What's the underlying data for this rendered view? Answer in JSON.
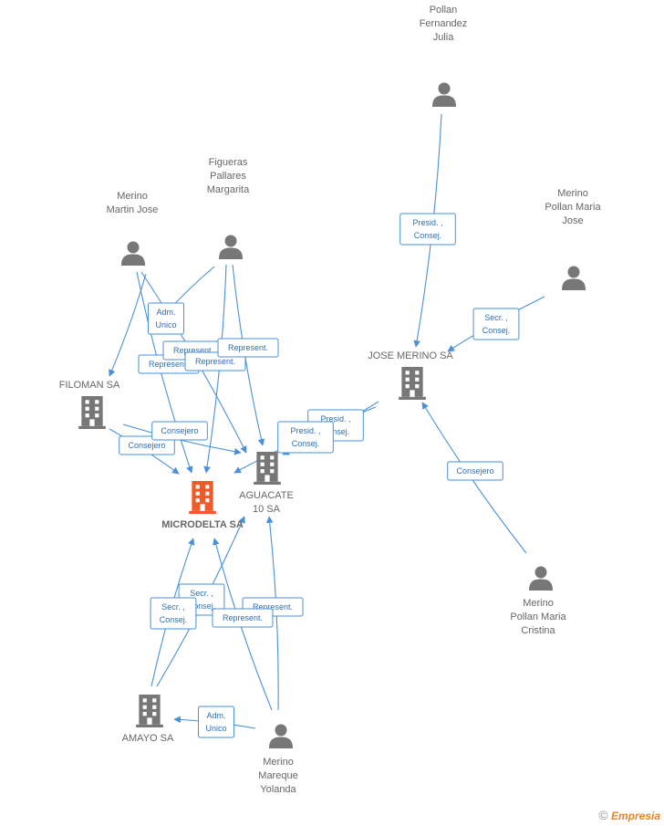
{
  "colors": {
    "edge": "#4a90d9",
    "person": "#777777",
    "company": "#777777",
    "main_company": "#f05a28"
  },
  "nodes": [
    {
      "id": "microdelta",
      "kind": "company",
      "main": true,
      "label": [
        "MICRODELTA SA"
      ]
    },
    {
      "id": "aguacate",
      "kind": "company",
      "label": [
        "AGUACATE",
        "10 SA"
      ]
    },
    {
      "id": "filoman",
      "kind": "company",
      "label": [
        "FILOMAN SA"
      ]
    },
    {
      "id": "jose_merino",
      "kind": "company",
      "label": [
        "JOSE MERINO SA"
      ]
    },
    {
      "id": "amayo",
      "kind": "company",
      "label": [
        "AMAYO SA"
      ]
    },
    {
      "id": "merino_martin",
      "kind": "person",
      "label": [
        "Merino",
        "Martin Jose"
      ]
    },
    {
      "id": "figueras",
      "kind": "person",
      "label": [
        "Figueras",
        "Pallares",
        "Margarita"
      ]
    },
    {
      "id": "pollan_fernandez",
      "kind": "person",
      "label": [
        "Pollan",
        "Fernandez",
        "Julia"
      ]
    },
    {
      "id": "merino_pollan_jose",
      "kind": "person",
      "label": [
        "Merino",
        "Pollan Maria",
        "Jose"
      ]
    },
    {
      "id": "merino_pollan_cristina",
      "kind": "person",
      "label": [
        "Merino",
        "Pollan Maria",
        "Cristina"
      ]
    },
    {
      "id": "merino_mareque",
      "kind": "person",
      "label": [
        "Merino",
        "Mareque",
        "Yolanda"
      ]
    }
  ],
  "edges": [
    {
      "from": "merino_martin",
      "to": "filoman",
      "label": [
        "Adm.",
        "Unico"
      ]
    },
    {
      "from": "merino_martin",
      "to": "microdelta",
      "label": [
        "Represent."
      ]
    },
    {
      "from": "merino_martin",
      "to": "aguacate",
      "label": [
        "Represent."
      ]
    },
    {
      "from": "figueras",
      "to": "filoman",
      "label": []
    },
    {
      "from": "figueras",
      "to": "microdelta",
      "label": [
        "Represent."
      ]
    },
    {
      "from": "figueras",
      "to": "aguacate",
      "label": [
        "Represent."
      ]
    },
    {
      "from": "filoman",
      "to": "microdelta",
      "label": [
        "Consejero"
      ]
    },
    {
      "from": "filoman",
      "to": "aguacate",
      "label": [
        "Consejero"
      ]
    },
    {
      "from": "pollan_fernandez",
      "to": "jose_merino",
      "label": [
        "Presid. ,",
        "Consej."
      ]
    },
    {
      "from": "merino_pollan_jose",
      "to": "jose_merino",
      "label": [
        "Secr. ,",
        "Consej."
      ]
    },
    {
      "from": "jose_merino",
      "to": "aguacate",
      "label": [
        "Presid. ,",
        "Consej."
      ]
    },
    {
      "from": "jose_merino",
      "to": "microdelta",
      "label": [
        "Presid. ,",
        "Consej."
      ]
    },
    {
      "from": "merino_pollan_cristina",
      "to": "jose_merino",
      "label": [
        "Consejero"
      ]
    },
    {
      "from": "amayo",
      "to": "aguacate",
      "label": [
        "Secr. ,",
        "Consej."
      ]
    },
    {
      "from": "amayo",
      "to": "microdelta",
      "label": [
        "Secr. ,",
        "Consej."
      ]
    },
    {
      "from": "merino_mareque",
      "to": "aguacate",
      "label": [
        "Represent."
      ]
    },
    {
      "from": "merino_mareque",
      "to": "microdelta",
      "label": [
        "Represent."
      ]
    },
    {
      "from": "merino_mareque",
      "to": "amayo",
      "label": [
        "Adm.",
        "Unico"
      ]
    }
  ],
  "watermark": {
    "symbol": "©",
    "brand": "Empresia"
  }
}
